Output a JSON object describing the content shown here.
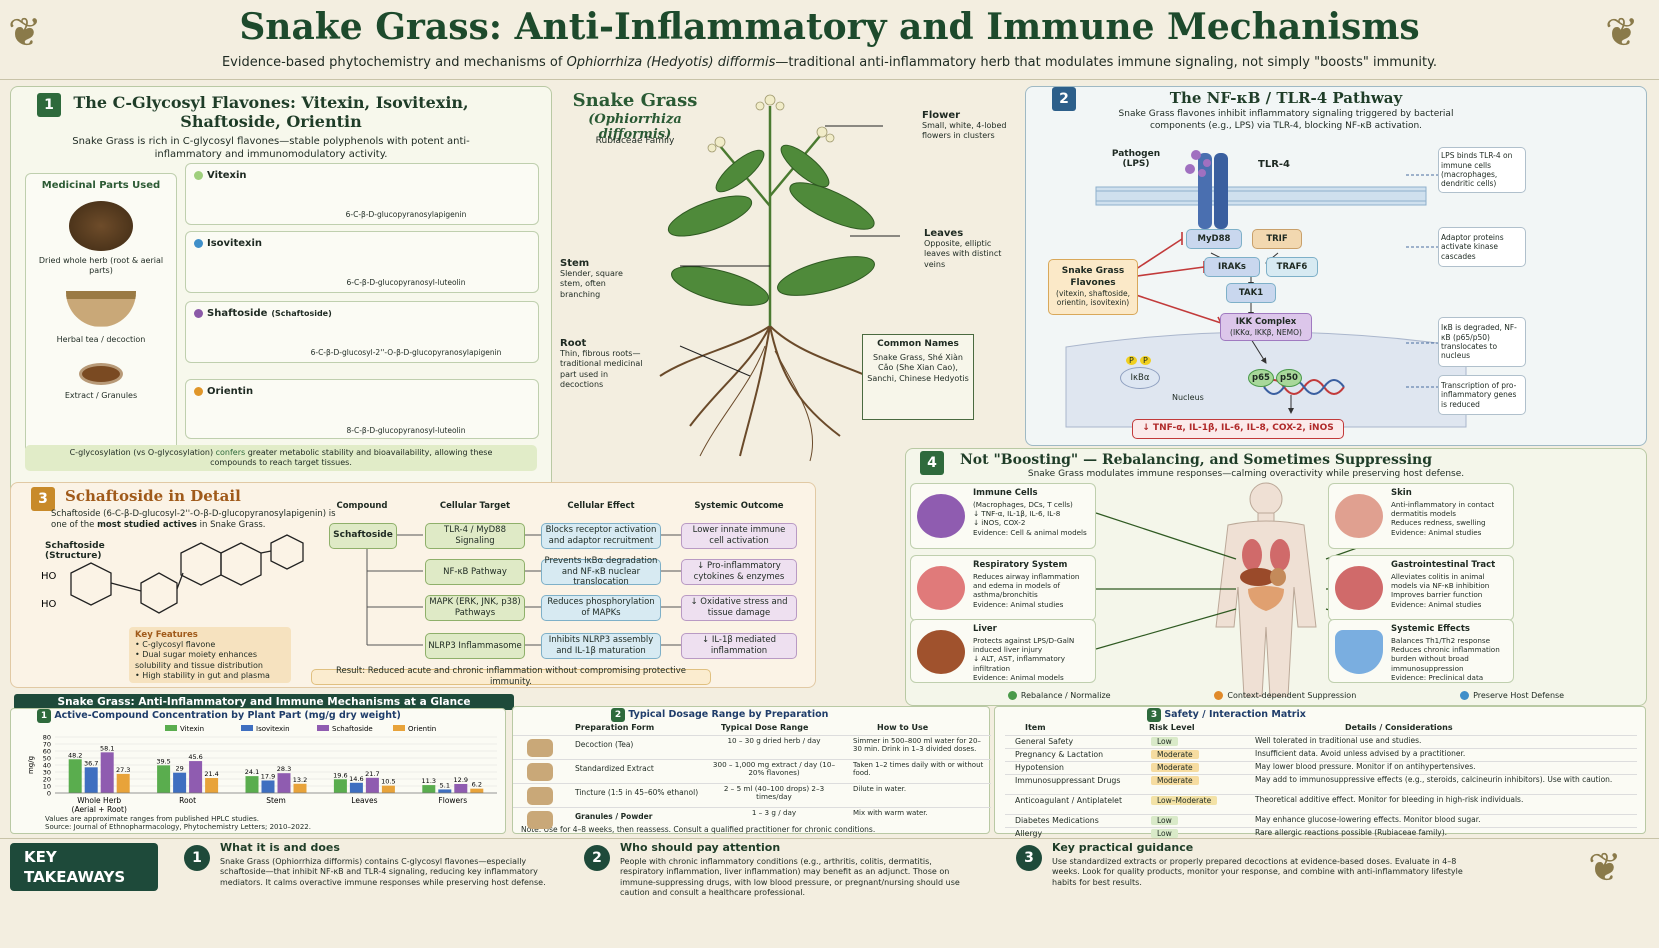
{
  "header": {
    "title": "Snake Grass: Anti-Inflammatory and Immune Mechanisms",
    "subtitle_pre": "Evidence-based phytochemistry and mechanisms of ",
    "subtitle_em": "Ophiorrhiza (Hedyotis) difformis",
    "subtitle_post": "—traditional anti-inflammatory herb that modulates immune signaling, not simply \"boosts\" immunity."
  },
  "s1": {
    "num": "1",
    "title_l1": "The C-Glycosyl Flavones: Vitexin, Isovitexin,",
    "title_l2": "Shaftoside, Orientin",
    "intro": "Snake Grass is rich in C-glycosyl flavones—stable polyphenols with potent anti-inflammatory and immunomodulatory activity.",
    "parts_title": "Medicinal Parts Used",
    "parts": [
      "Dried whole herb (root & aerial parts)",
      "Herbal tea / decoction",
      "Extract / Granules"
    ],
    "compounds": [
      {
        "name": "Vitexin",
        "sub": "",
        "chem": "6-C-β-D-glucopyranosylapigenin",
        "color": "#9fcf7c"
      },
      {
        "name": "Isovitexin",
        "sub": "",
        "chem": "6-C-β-D-glucopyranosyl-luteolin",
        "color": "#3f8fc9"
      },
      {
        "name": "Shaftoside",
        "sub": "(Schaftoside)",
        "chem": "6-C-β-D-glucosyl-2''-O-β-D-glucopyranosylapigenin",
        "color": "#8b5aa8"
      },
      {
        "name": "Orientin",
        "sub": "",
        "chem": "8-C-β-D-glucopyranosyl-luteolin",
        "color": "#e0962a"
      }
    ],
    "note_pre": "C-glycosylation (vs O-glycosylation) ",
    "note_hl": "confers",
    "note_post": " greater metabolic stability and bioavailability, allowing these compounds to reach target tissues."
  },
  "plant": {
    "title": "Snake Grass",
    "latin": "(Ophiorrhiza difformis)",
    "family": "Rubiaceae Family",
    "flower_t": "Flower",
    "flower_d": "Small, white, 4-lobed flowers in clusters",
    "leaves_t": "Leaves",
    "leaves_d": "Opposite, elliptic leaves with distinct veins",
    "stem_t": "Stem",
    "stem_d": "Slender, square stem, often branching",
    "root_t": "Root",
    "root_d": "Thin, fibrous roots—traditional medicinal part used in decoctions",
    "names_t": "Common Names",
    "names_d": "Snake Grass, Shé Xiàn Cǎo (She Xian Cao), Sanchi, Chinese Hedyotis"
  },
  "s2": {
    "num": "2",
    "title": "The NF-κB / TLR-4 Pathway",
    "intro": "Snake Grass flavones inhibit inflammatory signaling triggered by bacterial components (e.g., LPS) via TLR-4, blocking NF-κB activation.",
    "pathogen": "Pathogen",
    "lps": "(LPS)",
    "tlr4": "TLR-4",
    "myd88": "MyD88",
    "trif": "TRIF",
    "iraks": "IRAKs",
    "traf6": "TRAF6",
    "tak1": "TAK1",
    "ikk": "IKK Complex",
    "ikk_sub": "(IKKα, IKKβ, NEMO)",
    "ikba": "IκBα",
    "p": "P",
    "nucleus": "Nucleus",
    "p65": "p65",
    "p50": "p50",
    "flav_t": "Snake Grass Flavones",
    "flav_d": "(vitexin, shaftoside, orientin, isovitexin)",
    "out": "↓ TNF-α, IL-1β, IL-6, IL-8, COX-2, iNOS",
    "notes": [
      "LPS binds TLR-4 on immune cells (macrophages, dendritic cells)",
      "Adaptor proteins activate kinase cascades",
      "IκB is degraded, NF-κB (p65/p50) translocates to nucleus",
      "Transcription of pro-inflammatory genes is reduced"
    ]
  },
  "s3": {
    "num": "3",
    "title": "Schaftoside in Detail",
    "intro_pre": "Schaftoside (6-C-β-D-glucosyl-2''-O-β-D-glucopyranosylapigenin) is one of the ",
    "intro_b": "most studied actives",
    "intro_post": " in Snake Grass.",
    "struct_t": "Schaftoside",
    "struct_s": "(Structure)",
    "kf_t": "Key Features",
    "kf": [
      "C-glycosyl flavone",
      "Dual sugar moiety enhances solubility and tissue distribution",
      "High stability in gut and plasma"
    ],
    "headers": [
      "Compound",
      "Cellular Target",
      "Cellular Effect",
      "Systemic Outcome"
    ],
    "compound": "Schaftoside",
    "targets": [
      "TLR-4 / MyD88 Signaling",
      "NF-κB Pathway",
      "MAPK (ERK, JNK, p38) Pathways",
      "NLRP3 Inflammasome"
    ],
    "effects": [
      "Blocks receptor activation and adaptor recruitment",
      "Prevents IκBα degradation and NF-κB nuclear translocation",
      "Reduces phosphorylation of MAPKs",
      "Inhibits NLRP3 assembly and IL-1β maturation"
    ],
    "outcomes": [
      "Lower innate immune cell activation",
      "↓ Pro-inflammatory cytokines & enzymes",
      "↓ Oxidative stress and tissue damage",
      "↓ IL-1β mediated inflammation"
    ],
    "result": "Result: Reduced acute and chronic inflammation without compromising protective immunity."
  },
  "s4": {
    "num": "4",
    "title": "Not \"Boosting\" — Rebalancing, and Sometimes Suppressing",
    "intro": "Snake Grass modulates immune responses—calming overactivity while preserving host defense.",
    "left": [
      {
        "t": "Immune Cells",
        "lines": [
          "(Macrophages, DCs, T cells)",
          "↓ TNF-α, IL-1β, IL-6, IL-8",
          "↓ iNOS, COX-2",
          "Evidence: Cell & animal models"
        ]
      },
      {
        "t": "Respiratory System",
        "lines": [
          "Reduces airway inflammation and edema in models of asthma/bronchitis",
          "Evidence: Animal studies"
        ]
      },
      {
        "t": "Liver",
        "lines": [
          "Protects against LPS/D-GalN induced liver injury",
          "↓ ALT, AST, inflammatory infiltration",
          "Evidence: Animal models"
        ]
      }
    ],
    "right": [
      {
        "t": "Skin",
        "lines": [
          "Anti-inflammatory in contact dermatitis models",
          "Reduces redness, swelling",
          "Evidence: Animal studies"
        ]
      },
      {
        "t": "Gastrointestinal Tract",
        "lines": [
          "Alleviates colitis in animal models via NF-κB inhibition",
          "Improves barrier function",
          "Evidence: Animal studies"
        ]
      },
      {
        "t": "Systemic Effects",
        "lines": [
          "Balances Th1/Th2 response",
          "Reduces chronic inflammation burden without broad immunosuppression",
          "Evidence: Preclinical data"
        ]
      }
    ],
    "legend": [
      "Rebalance / Normalize",
      "Context-dependent Suppression",
      "Preserve Host Defense"
    ],
    "legend_colors": [
      "#4a9a4a",
      "#e08a2a",
      "#3f8fc9"
    ]
  },
  "glance": {
    "title": "Snake Grass: Anti-Inflammatory and Immune Mechanisms at a Glance"
  },
  "conc": {
    "num": "1",
    "title": "Active-Compound Concentration by Plant Part (mg/g dry weight)",
    "note1": "Values are approximate ranges from published HPLC studies.",
    "note2": "Source: Journal of Ethnopharmacology, Phytochemistry Letters; 2010–2022."
  },
  "chart_data": {
    "type": "bar",
    "categories": [
      "Whole Herb (Aerial + Root)",
      "Root",
      "Stem",
      "Leaves",
      "Flowers"
    ],
    "series": [
      {
        "name": "Vitexin",
        "values": [
          48.2,
          39.5,
          24.1,
          19.6,
          11.3
        ],
        "color": "#5aad4e"
      },
      {
        "name": "Isovitexin",
        "values": [
          36.7,
          29.0,
          17.9,
          14.6,
          5.1
        ],
        "color": "#3f6fc0"
      },
      {
        "name": "Schaftoside",
        "values": [
          58.1,
          45.6,
          28.3,
          21.7,
          12.9
        ],
        "color": "#8f5cb0"
      },
      {
        "name": "Orientin",
        "values": [
          27.3,
          21.4,
          13.2,
          10.5,
          6.2
        ],
        "color": "#e8a33a"
      }
    ],
    "ylabel": "mg/g",
    "ylim": [
      0,
      80
    ],
    "yticks": [
      0,
      10,
      20,
      30,
      40,
      50,
      60,
      70,
      80
    ]
  },
  "dosage": {
    "num": "2",
    "title": "Typical Dosage Range by Preparation",
    "headers": [
      "Preparation Form",
      "Typical Dose Range",
      "How to Use"
    ],
    "rows": [
      [
        "Decoction (Tea)",
        "10 – 30 g dried herb / day",
        "Simmer in 500–800 ml water for 20–30 min. Drink in 1–3 divided doses."
      ],
      [
        "Standardized Extract",
        "300 – 1,000 mg extract / day (10–20% flavones)",
        "Taken 1–2 times daily with or without food."
      ],
      [
        "Tincture (1:5 in 45–60% ethanol)",
        "2 – 5 ml (40–100 drops) 2–3 times/day",
        "Dilute in water."
      ],
      [
        "Granules / Powder",
        "1 – 3 g / day",
        "Mix with warm water."
      ]
    ],
    "note": "Note: Use for 4–8 weeks, then reassess. Consult a qualified practitioner for chronic conditions."
  },
  "safety": {
    "num": "3",
    "title": "Safety / Interaction Matrix",
    "headers": [
      "Item",
      "Risk Level",
      "Details / Considerations"
    ],
    "rows": [
      [
        "General Safety",
        "Low",
        "Well tolerated in traditional use and studies."
      ],
      [
        "Pregnancy & Lactation",
        "Moderate",
        "Insufficient data. Avoid unless advised by a practitioner."
      ],
      [
        "Hypotension",
        "Moderate",
        "May lower blood pressure. Monitor if on antihypertensives."
      ],
      [
        "Immunosuppressant Drugs",
        "Moderate",
        "May add to immunosuppressive effects (e.g., steroids, calcineurin inhibitors). Use with caution."
      ],
      [
        "Anticoagulant / Antiplatelet",
        "Low–Moderate",
        "Theoretical additive effect. Monitor for bleeding in high-risk individuals."
      ],
      [
        "Diabetes Medications",
        "Low",
        "May enhance glucose-lowering effects. Monitor blood sugar."
      ],
      [
        "Allergy",
        "Low",
        "Rare allergic reactions possible (Rubiaceae family)."
      ]
    ]
  },
  "takeaways": {
    "label_l1": "KEY",
    "label_l2": "TAKEAWAYS",
    "items": [
      {
        "n": "1",
        "t": "What it is and does",
        "d": "Snake Grass (Ophiorrhiza difformis) contains C-glycosyl flavones—especially schaftoside—that inhibit NF-κB and TLR-4 signaling, reducing key inflammatory mediators. It calms overactive immune responses while preserving host defense."
      },
      {
        "n": "2",
        "t": "Who should pay attention",
        "d": "People with chronic inflammatory conditions (e.g., arthritis, colitis, dermatitis, respiratory inflammation, liver inflammation) may benefit as an adjunct. Those on immune-suppressing drugs, with low blood pressure, or pregnant/nursing should use caution and consult a healthcare professional."
      },
      {
        "n": "3",
        "t": "Key practical guidance",
        "d": "Use standardized extracts or properly prepared decoctions at evidence-based doses. Evaluate in 4–8 weeks. Look for quality products, monitor your response, and combine with anti-inflammatory lifestyle habits for best results."
      }
    ]
  }
}
